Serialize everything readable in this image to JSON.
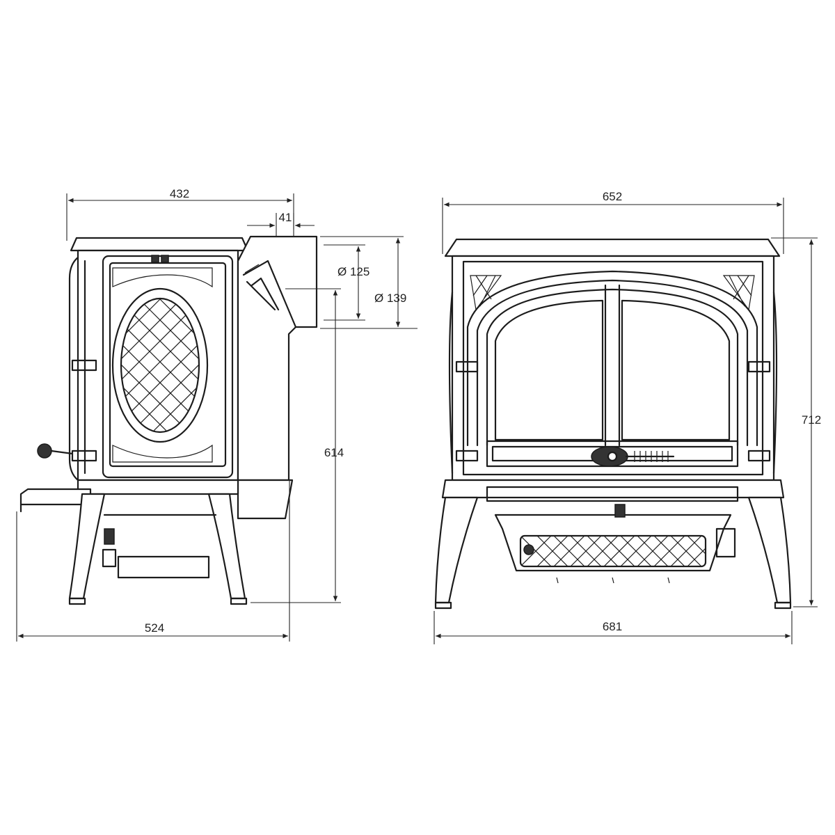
{
  "dimensions": {
    "side_top_width": "432",
    "flue_offset": "41",
    "flue_diameter_125": "Ø 125",
    "flue_diameter_139": "Ø 139",
    "flue_height": "614",
    "side_bottom_depth": "524",
    "front_top_width": "652",
    "front_height": "712",
    "front_bottom_width": "681"
  },
  "colors": {
    "line": "#1c1c1c",
    "background": "#ffffff"
  }
}
